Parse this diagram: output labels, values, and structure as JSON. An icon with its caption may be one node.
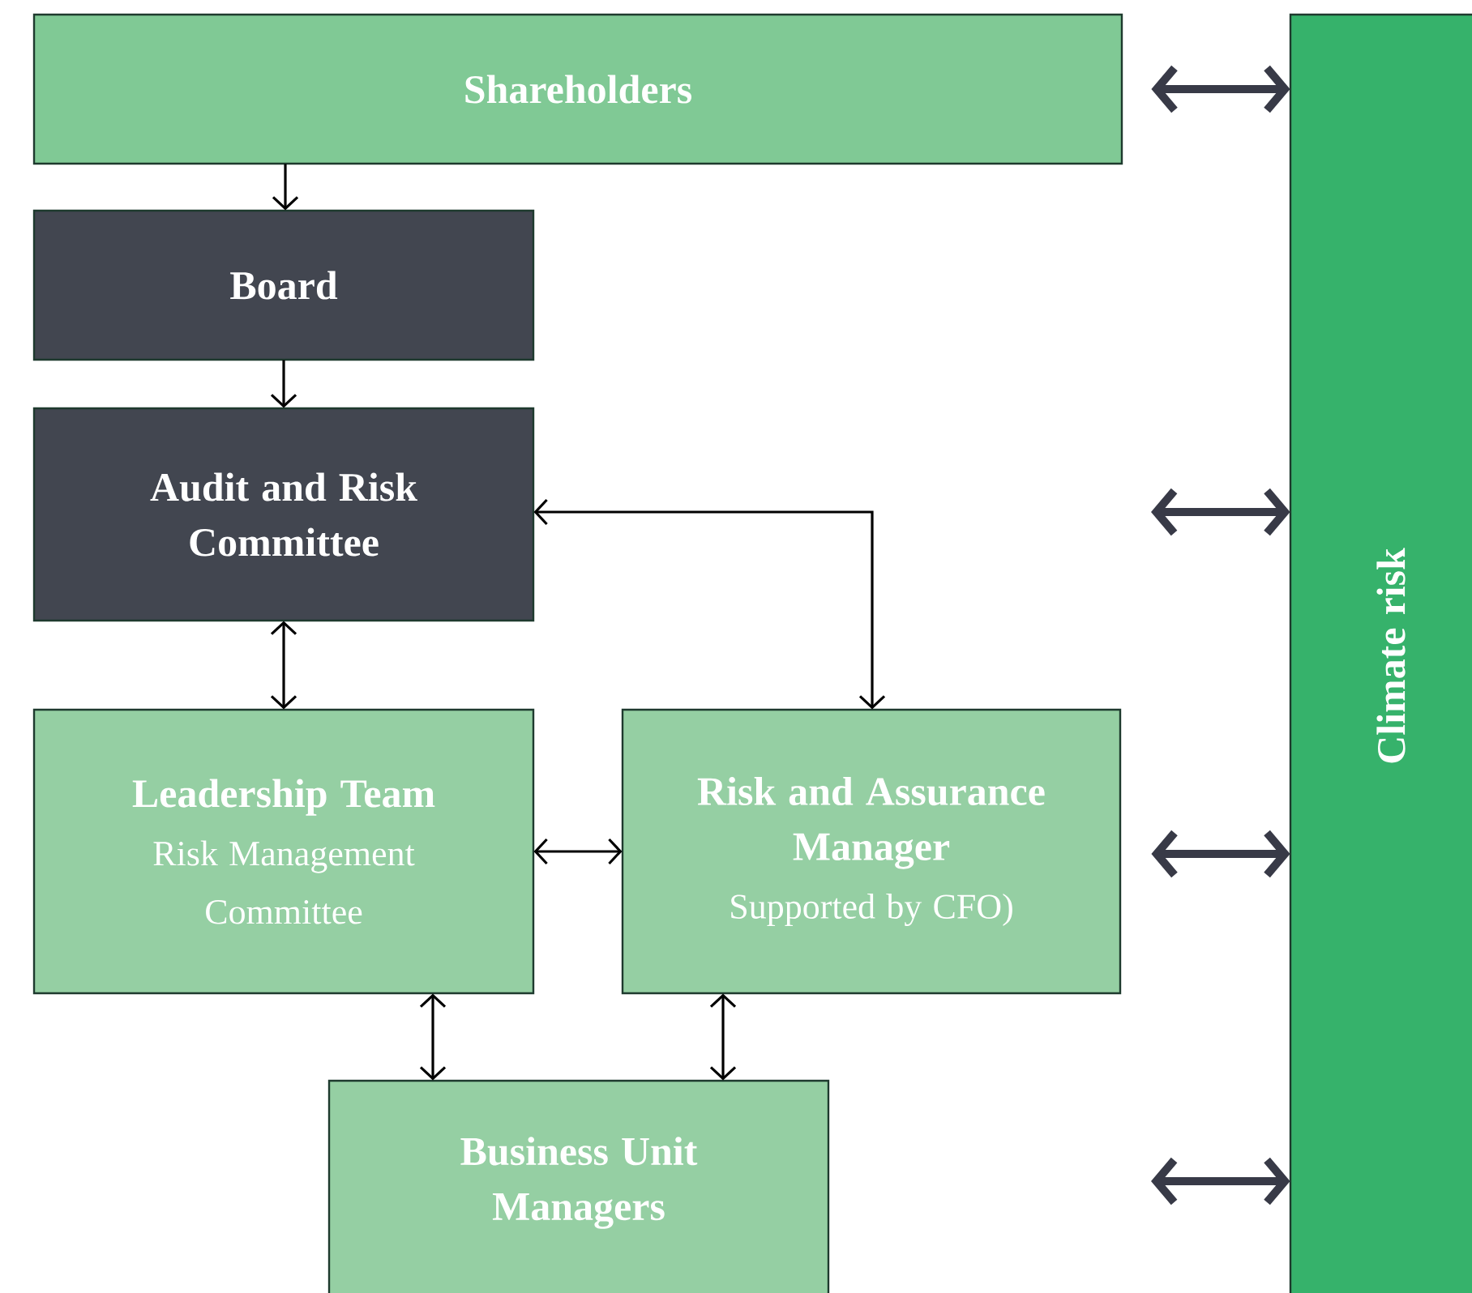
{
  "diagram": {
    "nodes": [
      {
        "text": [
          "Shareholders"
        ]
      },
      {
        "text": [
          "Board"
        ]
      },
      {
        "text": [
          "Audit and Risk Committee"
        ]
      },
      {
        "text": [
          "Leadership Team",
          "Risk Management Committee"
        ]
      },
      {
        "text": [
          "Risk and Assurance Manager",
          "Supported by CFO)"
        ]
      },
      {
        "text": [
          "Business Unit Managers"
        ]
      },
      {
        "text": [
          "Climate risk"
        ]
      }
    ],
    "edges": [
      {
        "from": 0,
        "to": 1,
        "arrow": "to"
      },
      {
        "from": 1,
        "to": 2,
        "arrow": "to"
      },
      {
        "from": 4,
        "to": 2,
        "arrow": "both"
      },
      {
        "from": 2,
        "to": 3,
        "arrow": "both"
      },
      {
        "from": 3,
        "to": 4,
        "arrow": "both"
      },
      {
        "from": 3,
        "to": 5,
        "arrow": "both"
      },
      {
        "from": 4,
        "to": 5,
        "arrow": "both"
      },
      {
        "from": 0,
        "to": 6,
        "arrow": "both",
        "style": "thick",
        "color": "#383a47"
      },
      {
        "from": null,
        "to": 6,
        "arrow": "both",
        "style": "thick",
        "color": "#383a47"
      },
      {
        "from": 4,
        "to": 6,
        "arrow": "both",
        "style": "thick",
        "color": "#383a47"
      },
      {
        "from": null,
        "to": 6,
        "arrow": "both",
        "style": "thick",
        "color": "#383a47"
      }
    ]
  }
}
